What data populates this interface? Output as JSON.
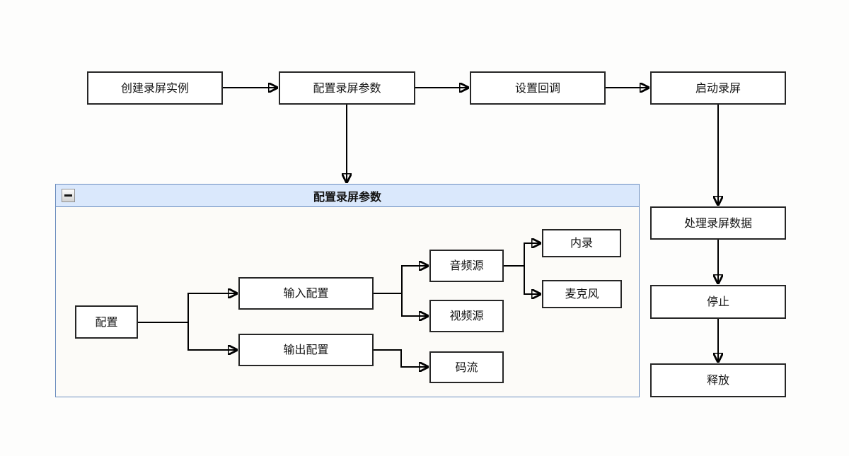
{
  "diagram": {
    "top_flow": {
      "create_instance": "创建录屏实例",
      "configure_params": "配置录屏参数",
      "set_callback": "设置回调",
      "start_capture": "启动录屏"
    },
    "right_flow": {
      "process_data": "处理录屏数据",
      "stop": "停止",
      "release": "释放"
    },
    "group": {
      "title": "配置录屏参数",
      "nodes": {
        "config": "配置",
        "input_config": "输入配置",
        "output_config": "输出配置",
        "audio_source": "音频源",
        "video_source": "视频源",
        "internal_recording": "内录",
        "microphone": "麦克风",
        "bitstream": "码流"
      }
    },
    "colors": {
      "group_header_fill": "#dae8fc",
      "group_border": "#6c8ebf",
      "node_fill": "#ffffff",
      "node_border": "#262626",
      "connector": "#000000",
      "background": "#fdfdfc"
    }
  }
}
